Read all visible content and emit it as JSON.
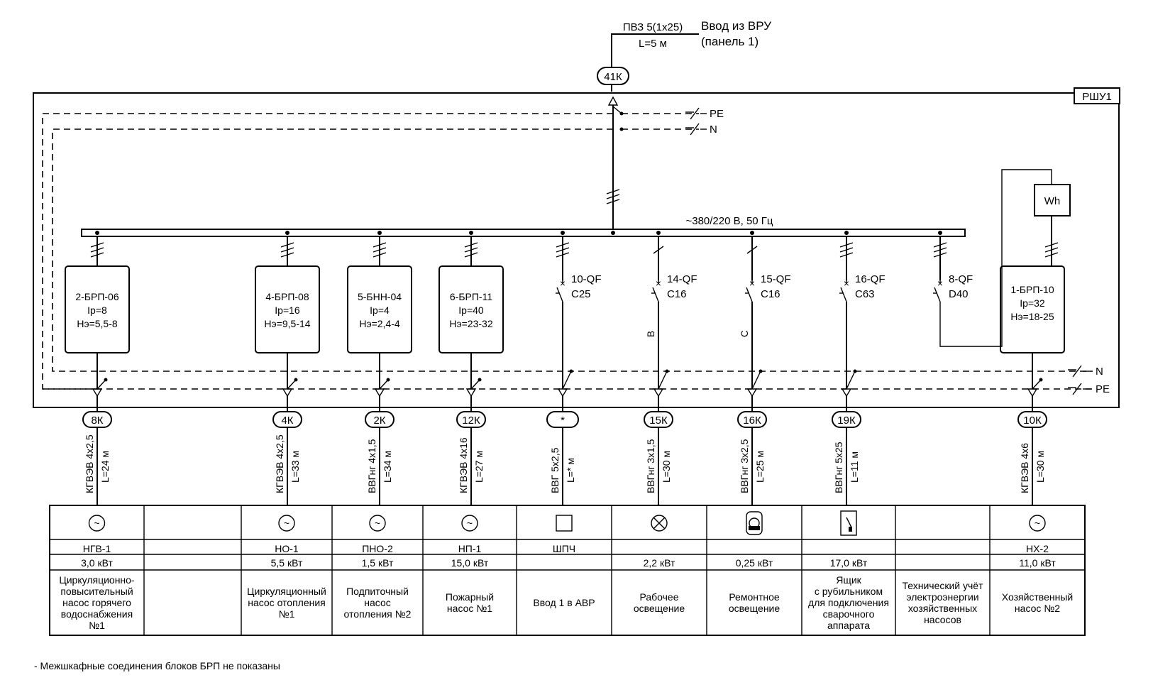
{
  "supply": {
    "cable": "ПВЗ 5(1х25)",
    "length": "L=5 м",
    "input_label": "Ввод из ВРУ",
    "input_sub": "(панель 1)",
    "terminal": "41К"
  },
  "panel": {
    "name": "РШУ1",
    "bus_label": "~380/220 В, 50 Гц",
    "pe": "PE",
    "n": "N"
  },
  "meter": {
    "label": "Wh"
  },
  "blocks": [
    {
      "name": "2-БРП-06",
      "ip": "Iр=8",
      "ne": "Нэ=5,5-8"
    },
    {
      "name": "4-БРП-08",
      "ip": "Iр=16",
      "ne": "Нэ=9,5-14"
    },
    {
      "name": "5-БНН-04",
      "ip": "Iр=4",
      "ne": "Нэ=2,4-4"
    },
    {
      "name": "6-БРП-11",
      "ip": "Iр=40",
      "ne": "Нэ=23-32"
    },
    {
      "name": "1-БРП-10",
      "ip": "Iр=32",
      "ne": "Нэ=18-25"
    }
  ],
  "breakers": [
    {
      "id": "10-QF",
      "rating": "C25",
      "phase": ""
    },
    {
      "id": "14-QF",
      "rating": "C16",
      "phase": "B"
    },
    {
      "id": "15-QF",
      "rating": "C16",
      "phase": "C"
    },
    {
      "id": "16-QF",
      "rating": "C63",
      "phase": ""
    },
    {
      "id": "8-QF",
      "rating": "D40",
      "phase": ""
    }
  ],
  "feeders": [
    {
      "terminal": "8К",
      "cable": "КГВЭВ 4х2,5",
      "length": "L=24 м"
    },
    {
      "terminal": "4К",
      "cable": "КГВЭВ 4х2,5",
      "length": "L=33 м"
    },
    {
      "terminal": "2К",
      "cable": "ВВГнг 4х1,5",
      "length": "L=34 м"
    },
    {
      "terminal": "12К",
      "cable": "КГВЭВ 4х16",
      "length": "L=27 м"
    },
    {
      "terminal": "*",
      "cable": "ВВГ 5х2,5",
      "length": "L=* м"
    },
    {
      "terminal": "15К",
      "cable": "ВВГнг 3х1,5",
      "length": "L=30 м"
    },
    {
      "terminal": "16К",
      "cable": "ВВГнг 3х2,5",
      "length": "L=25 м"
    },
    {
      "terminal": "19К",
      "cable": "ВВГнг 5х25",
      "length": "L=11 м"
    },
    {
      "terminal": "10К",
      "cable": "КГВЭВ 4х6",
      "length": "L=30 м"
    }
  ],
  "table": [
    {
      "code": "НГВ-1",
      "power": "3,0 кВт",
      "desc": [
        "Циркуляционно-",
        "повысительный",
        "насос горячего",
        "водоснабжения",
        "№1"
      ]
    },
    {
      "code": "",
      "power": "",
      "desc": []
    },
    {
      "code": "НО-1",
      "power": "5,5 кВт",
      "desc": [
        "Циркуляционный",
        "насос отопления",
        "№1"
      ]
    },
    {
      "code": "ПНО-2",
      "power": "1,5 кВт",
      "desc": [
        "Подпиточный",
        "насос",
        "отопления №2"
      ]
    },
    {
      "code": "НП-1",
      "power": "15,0 кВт",
      "desc": [
        "Пожарный",
        "насос №1"
      ]
    },
    {
      "code": "ШПЧ",
      "power": "",
      "desc": [
        "Ввод 1 в АВР"
      ]
    },
    {
      "code": "",
      "power": "2,2 кВт",
      "desc": [
        "Рабочее",
        "освещение"
      ]
    },
    {
      "code": "",
      "power": "0,25 кВт",
      "desc": [
        "Ремонтное",
        "освещение"
      ]
    },
    {
      "code": "",
      "power": "17,0 кВт",
      "desc": [
        "Ящик",
        "с рубильником",
        "для подключения",
        "сварочного",
        "аппарата"
      ]
    },
    {
      "code": "",
      "power": "",
      "desc": [
        "Технический учёт",
        "электроэнергии",
        "хозяйственных",
        "насосов"
      ]
    },
    {
      "code": "НХ-2",
      "power": "11,0 кВт",
      "desc": [
        "Хозяйственный",
        "насос №2"
      ]
    }
  ],
  "note": "- Межшкафные соединения блоков БРП не показаны"
}
